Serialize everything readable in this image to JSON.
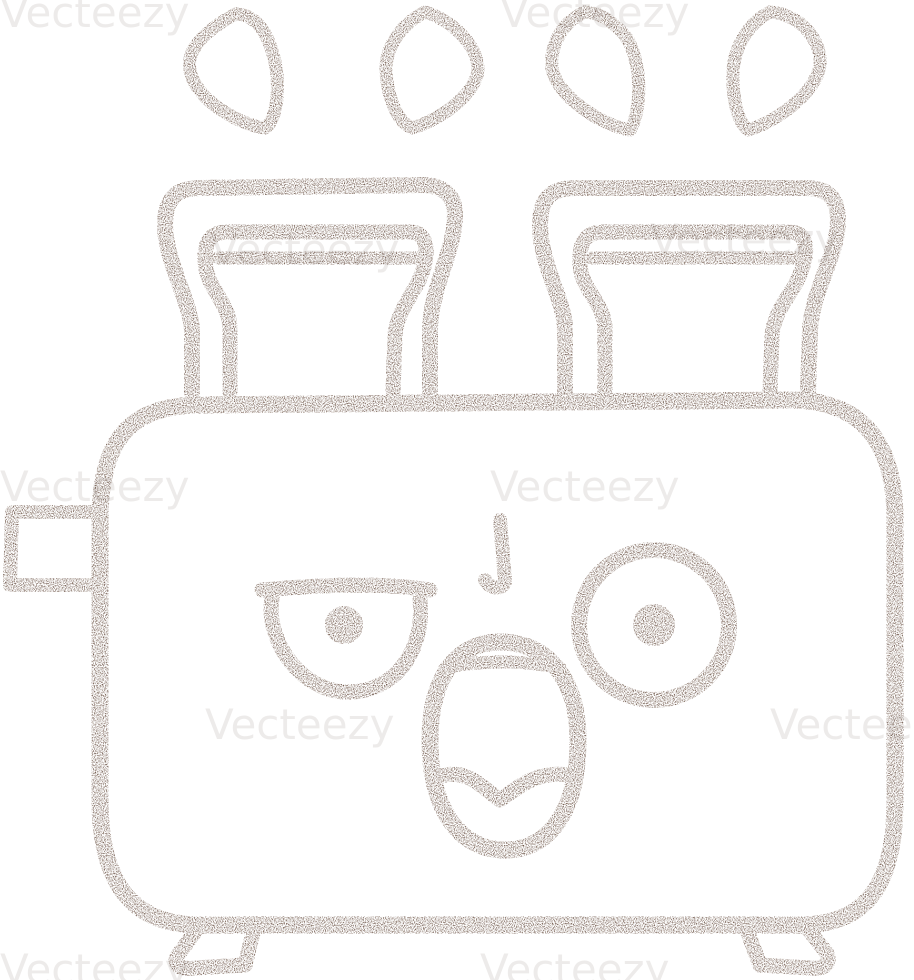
{
  "watermark": {
    "text": "Vecteezy"
  },
  "colors": {
    "ink": "#4a2c1c",
    "background": "#ffffff"
  },
  "illustration": {
    "subject": "toaster-character",
    "expression": "shocked"
  }
}
